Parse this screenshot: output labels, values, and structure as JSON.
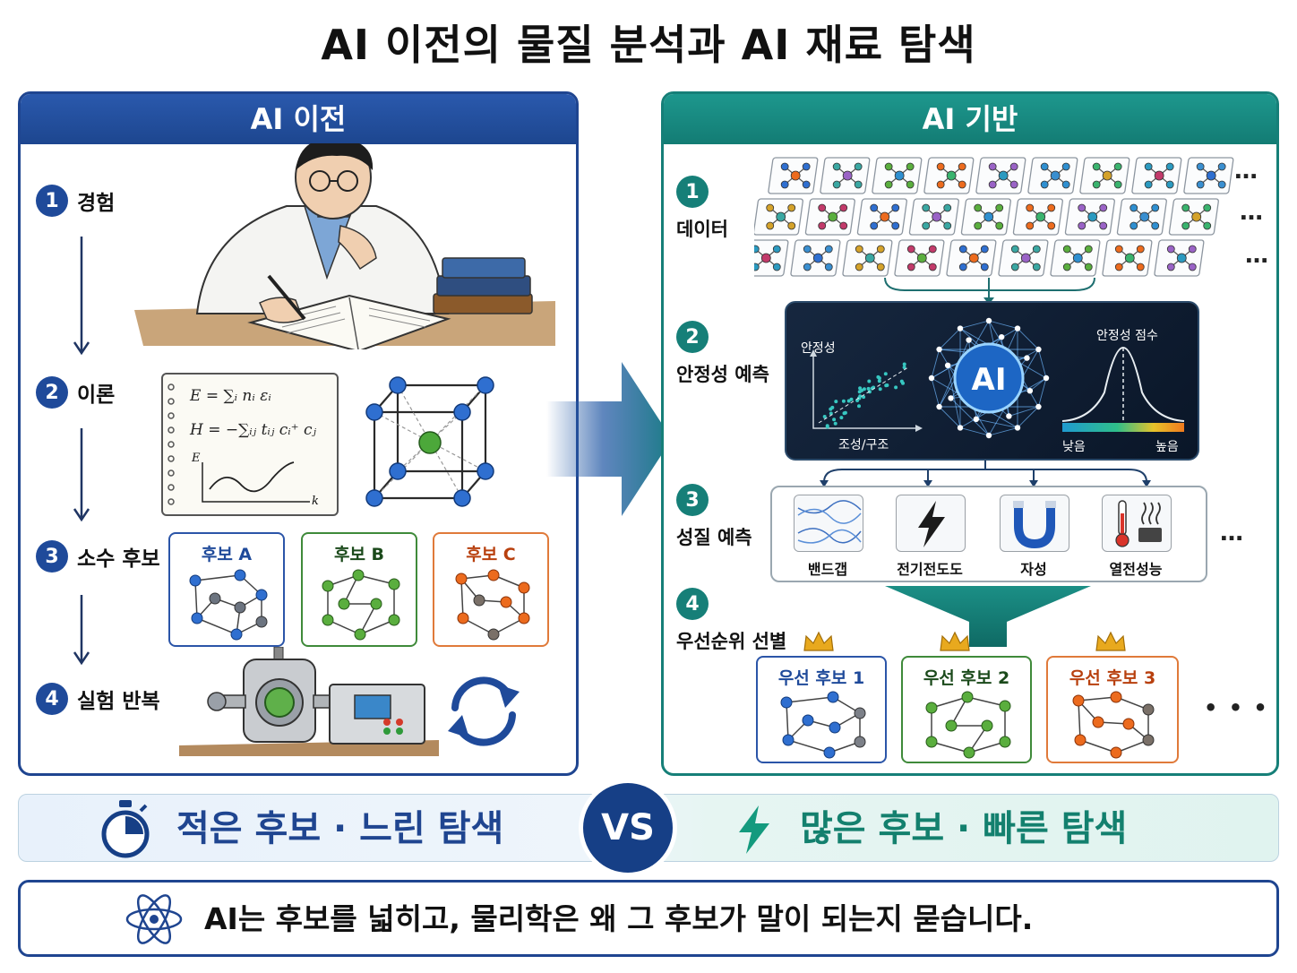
{
  "title": "AI 이전의 물질 분석과 AI 재료 탐색",
  "left": {
    "header": "AI 이전",
    "steps": [
      {
        "num": "1",
        "label": "경험"
      },
      {
        "num": "2",
        "label": "이론"
      },
      {
        "num": "3",
        "label": "소수 후보"
      },
      {
        "num": "4",
        "label": "실험 반복"
      }
    ],
    "candidates": [
      "후보 A",
      "후보 B",
      "후보 C"
    ],
    "equations": {
      "e1": "E = ∑ᵢ nᵢ εᵢ",
      "e2": "H = −∑ᵢⱼ tᵢⱼ cᵢ⁺ cⱼ",
      "axis_y": "E",
      "axis_x": "k"
    }
  },
  "right": {
    "header": "AI 기반",
    "steps": [
      {
        "num": "1",
        "label": "데이터"
      },
      {
        "num": "2",
        "label": "안정성 예측"
      },
      {
        "num": "3",
        "label": "성질 예측"
      },
      {
        "num": "4",
        "label": "우선순위 선별"
      }
    ],
    "ai": {
      "core": "AI",
      "scatter_y": "안정성",
      "scatter_x": "조성/구조",
      "score_title": "안정성 점수",
      "score_low": "낮음",
      "score_high": "높음"
    },
    "properties": [
      "밴드갭",
      "전기전도도",
      "자성",
      "열전성능"
    ],
    "priorities": [
      "우선 후보 1",
      "우선 후보 2",
      "우선 후보 3"
    ],
    "ellipsis": "…",
    "ellipsis_lg": "• • •"
  },
  "comparison": {
    "left": "적은 후보 · 느린 탐색",
    "vs": "VS",
    "right": "많은 후보 · 빠른 탐색"
  },
  "footer": "AI는 후보를 넓히고, 물리학은 왜 그 후보가 말이 되는지 묻습니다.",
  "colors": {
    "navy": "#1f4590",
    "teal": "#167f78",
    "green": "#3f8a3a",
    "orange": "#d4541a"
  }
}
